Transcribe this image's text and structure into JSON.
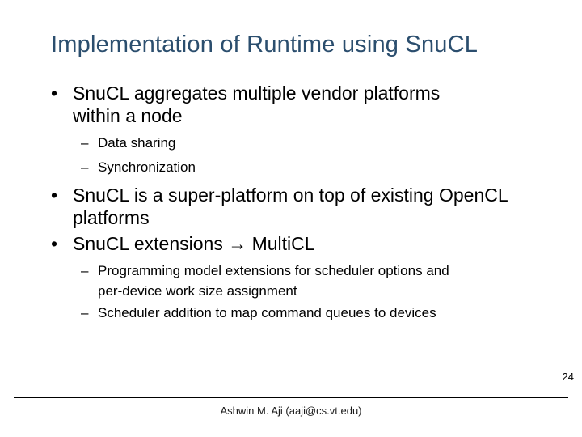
{
  "slide": {
    "title": "Implementation of Runtime using SnuCL",
    "markers": {
      "level1": "•",
      "level2": "–"
    },
    "bullets": [
      {
        "level": 1,
        "lines": [
          "SnuCL aggregates multiple vendor platforms",
          "within a node"
        ]
      },
      {
        "level": 2,
        "lines": [
          "Data sharing"
        ]
      },
      {
        "level": 2,
        "lines": [
          "Synchronization"
        ]
      },
      {
        "level": 1,
        "lines": [
          "SnuCL is a super-platform on top of existing OpenCL",
          "platforms"
        ]
      },
      {
        "level": 1,
        "lines": [
          "SnuCL extensions → MultiCL"
        ]
      },
      {
        "level": 2,
        "lines": [
          "Programming model extensions for scheduler options and",
          "per-device work size assignment"
        ]
      },
      {
        "level": 2,
        "lines": [
          "Scheduler addition to map command queues to devices"
        ]
      }
    ],
    "page_number": "24",
    "footer": "Ashwin M. Aji (aaji@cs.vt.edu)",
    "colors": {
      "background": "#FFFFFF",
      "title_text": "#2B4E6E",
      "body_text": "#000000",
      "divider": "#000000"
    }
  }
}
